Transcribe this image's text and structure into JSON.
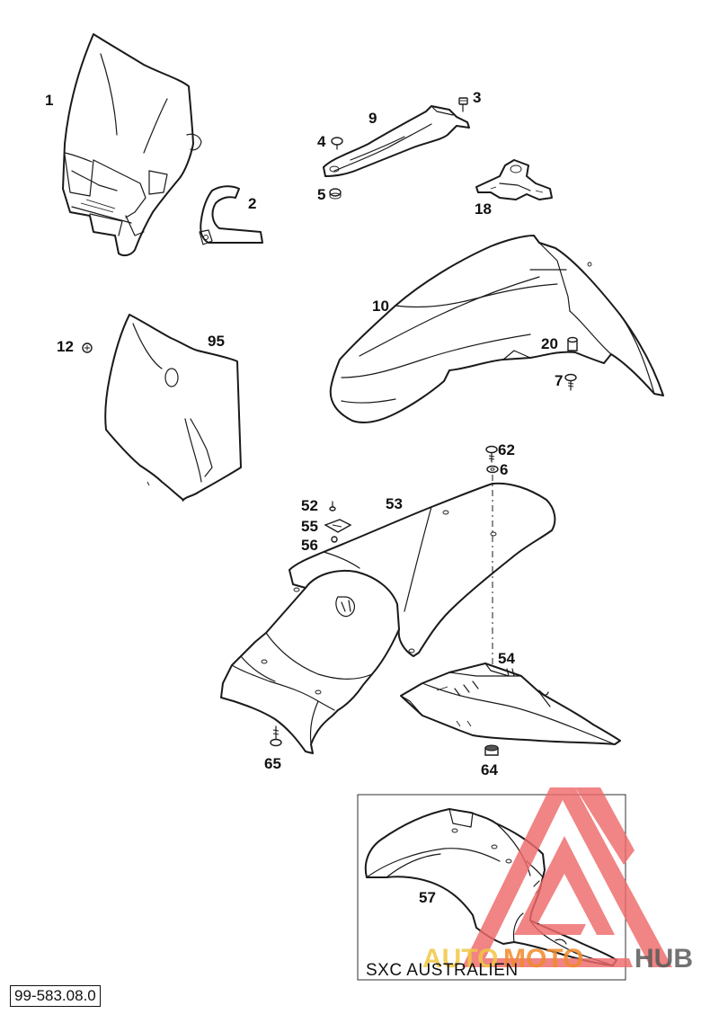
{
  "diagram": {
    "code": "99-583.08.0",
    "inset_label": "SXC AUSTRALIEN",
    "callouts": {
      "c1": "1",
      "c2": "2",
      "c3": "3",
      "c4": "4",
      "c5": "5",
      "c6": "6",
      "c7": "7",
      "c9": "9",
      "c10": "10",
      "c12": "12",
      "c18": "18",
      "c20": "20",
      "c52": "52",
      "c53": "53",
      "c54": "54",
      "c55": "55",
      "c56": "56",
      "c57": "57",
      "c62": "62",
      "c64": "64",
      "c65": "65",
      "c95": "95"
    }
  },
  "watermark": {
    "text_part1": "AUTO",
    "text_part2": "MOTO",
    "text_part3": "HUB",
    "colors": {
      "triangle": "#ef6a6a",
      "auto": "#f2c744",
      "moto": "#f08a2a",
      "hub": "#5a5a5a"
    }
  }
}
